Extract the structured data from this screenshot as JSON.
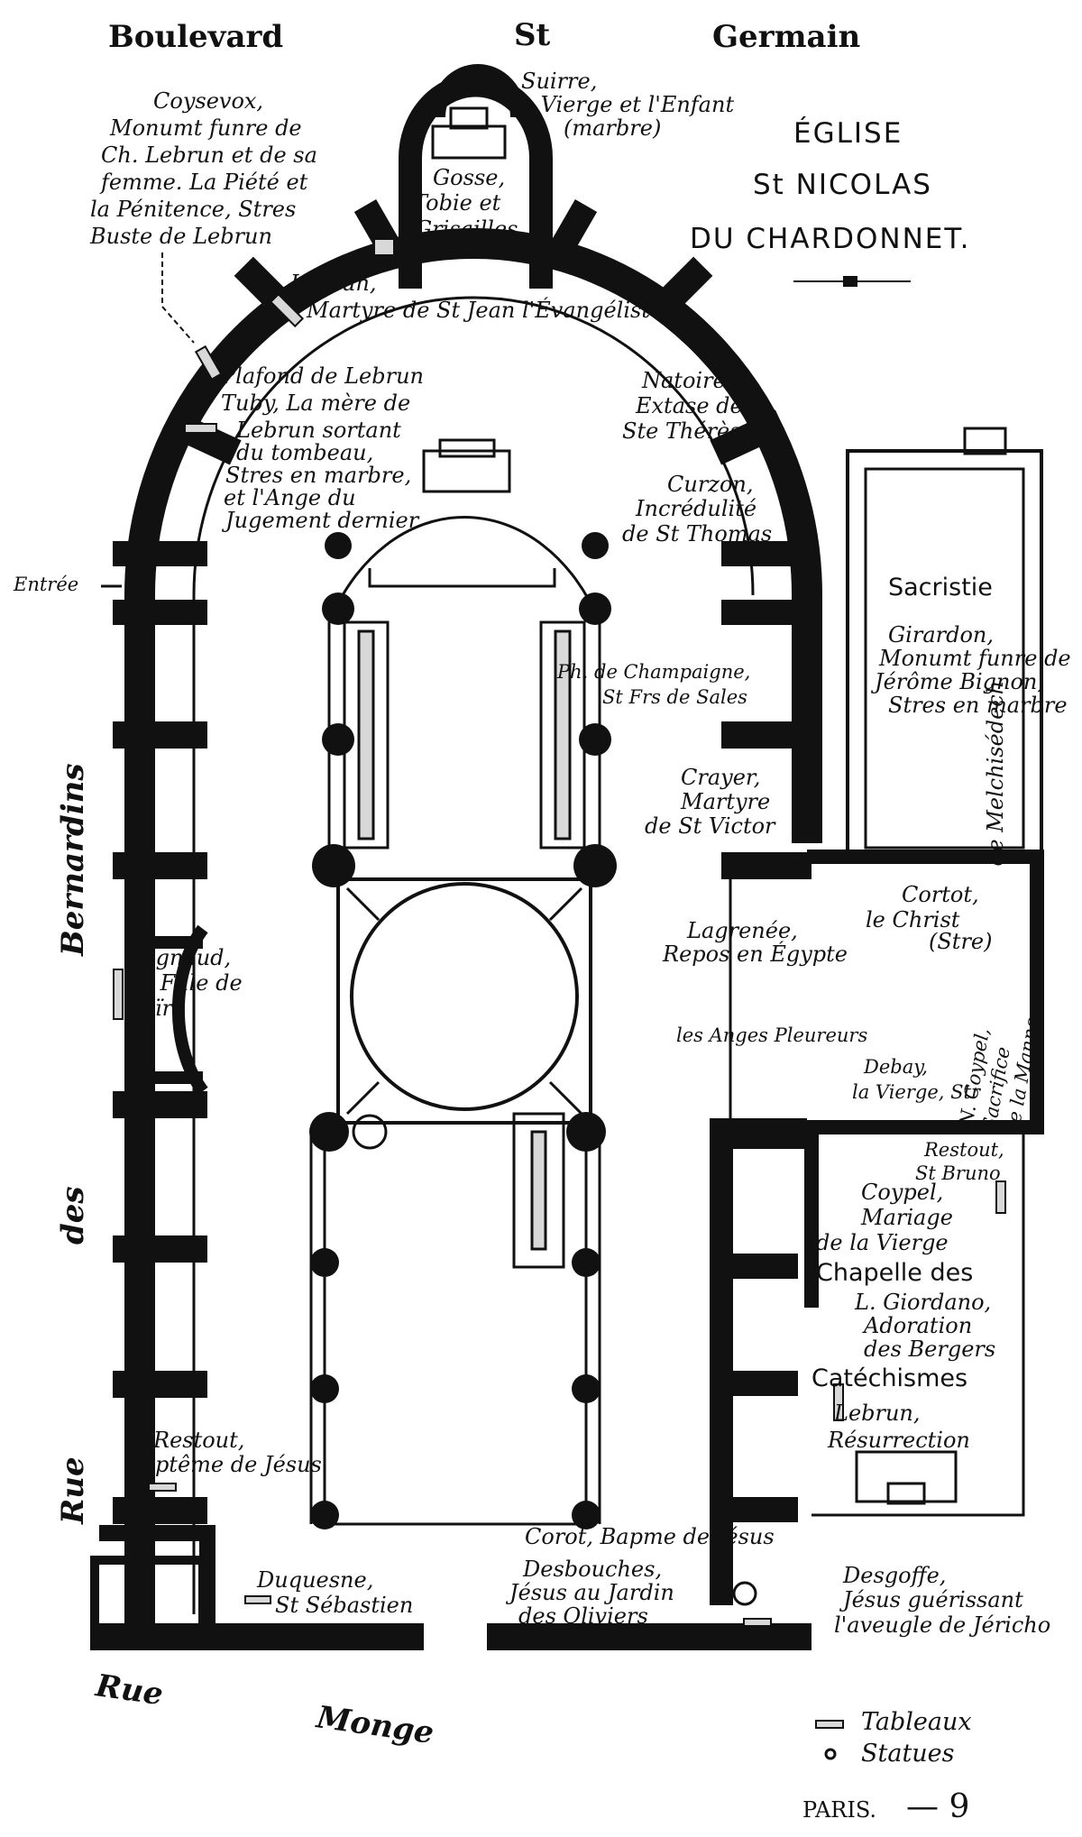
{
  "streets": {
    "north_1": "Boulevard",
    "north_2": "St",
    "north_3": "Germain",
    "west_1": "Bernardins",
    "west_2": "des",
    "west_3": "Rue",
    "south_1": "Rue",
    "south_2": "Monge"
  },
  "title": {
    "line1": "ÉGLISE",
    "line2": "St NICOLAS",
    "line3": "DU CHARDONNET."
  },
  "labels": {
    "souvre": [
      "Suirre,",
      "la Vierge et l'Enfant",
      "(marbre)"
    ],
    "coysevox": [
      "Coysevox,",
      "Monumt funre de",
      "Ch. Lebrun et de sa",
      "femme. La Piété et",
      "la Pénitence, Stres",
      "Buste de Lebrun"
    ],
    "gosse": [
      "Gosse,",
      "Tobie et",
      "Grisailles"
    ],
    "lebrun_martyre": [
      "Lebrun,",
      "Martyre de St Jean l'Évangéliste"
    ],
    "plafond": [
      "Plafond de Lebrun",
      "Tuby, La mère de",
      "Lebrun sortant",
      "du tombeau,",
      "Stres en marbre,",
      "et l'Ange du",
      "Jugement dernier"
    ],
    "natoire": [
      "Natoire,",
      "Extase de",
      "Ste Thérèse"
    ],
    "curzon": [
      "Curzon,",
      "Incrédulité",
      "de St Thomas"
    ],
    "entree": "Entrée",
    "sacristie": "Sacristie",
    "girardon": [
      "Girardon,",
      "Monumt funre de",
      "Jérôme Bignon,",
      "Stres en marbre"
    ],
    "champaigne": [
      "Ph. de Champaigne,",
      "St Frs de Sales"
    ],
    "crayer": [
      "Crayer,",
      "Martyre",
      "de St Victor"
    ],
    "melchior": "de Melchisédech",
    "cortot": [
      "Cortot,",
      "le Christ",
      "(Stre)"
    ],
    "lagrenee": [
      "Lagrenée,",
      "Repos en Égypte"
    ],
    "coypel": [
      "N. Coypel,",
      "Sacrifice",
      "de la Manne"
    ],
    "vignaud": [
      "Vignaud,",
      "la Fille de",
      "Jaïre"
    ],
    "anges": "les Anges Pleureurs",
    "debay": [
      "Debay,",
      "la Vierge, Str"
    ],
    "restout_bruno": [
      "Restout,",
      "St Bruno"
    ],
    "coypel_mariage": [
      "Coypel,",
      "Mariage",
      "de la Vierge"
    ],
    "chapelle_1": "Chapelle des",
    "giordano": [
      "L. Giordano,",
      "Adoration",
      "des Bergers"
    ],
    "chapelle_2": "Catéchismes",
    "lebrun_resur": [
      "Lebrun,",
      "Résurrection"
    ],
    "restout_bapt": [
      "Restout,",
      "Baptême de Jésus"
    ],
    "corot": "Corot, Bapme de Jésus",
    "desbouches": [
      "Desbouches,",
      "Jésus au Jardin",
      "des Oliviers"
    ],
    "duquesne": [
      "Duquesne,",
      "St Sébastien"
    ],
    "desgoffe": [
      "Desgoffe,",
      "Jésus guérissant",
      "l'aveugle de Jéricho"
    ]
  },
  "legend": {
    "tableaux": "Tableaux",
    "statues": "Statues"
  },
  "page": {
    "prefix": "PARIS.",
    "number": "— 9"
  }
}
